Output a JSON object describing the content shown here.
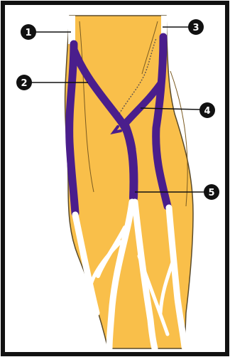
{
  "diagram": {
    "colors": {
      "border": "#111111",
      "limb_fill": "#f9bf4a",
      "limb_outline": "#5a4a2a",
      "vein_fill": "#4a1e8c",
      "vessel_outline_white": "#ffffff",
      "badge_fill": "#111111",
      "badge_text": "#ffffff",
      "leader_line": "#111111"
    },
    "callouts": [
      {
        "label": "1"
      },
      {
        "label": "2"
      },
      {
        "label": "3"
      },
      {
        "label": "4"
      },
      {
        "label": "5"
      }
    ]
  }
}
